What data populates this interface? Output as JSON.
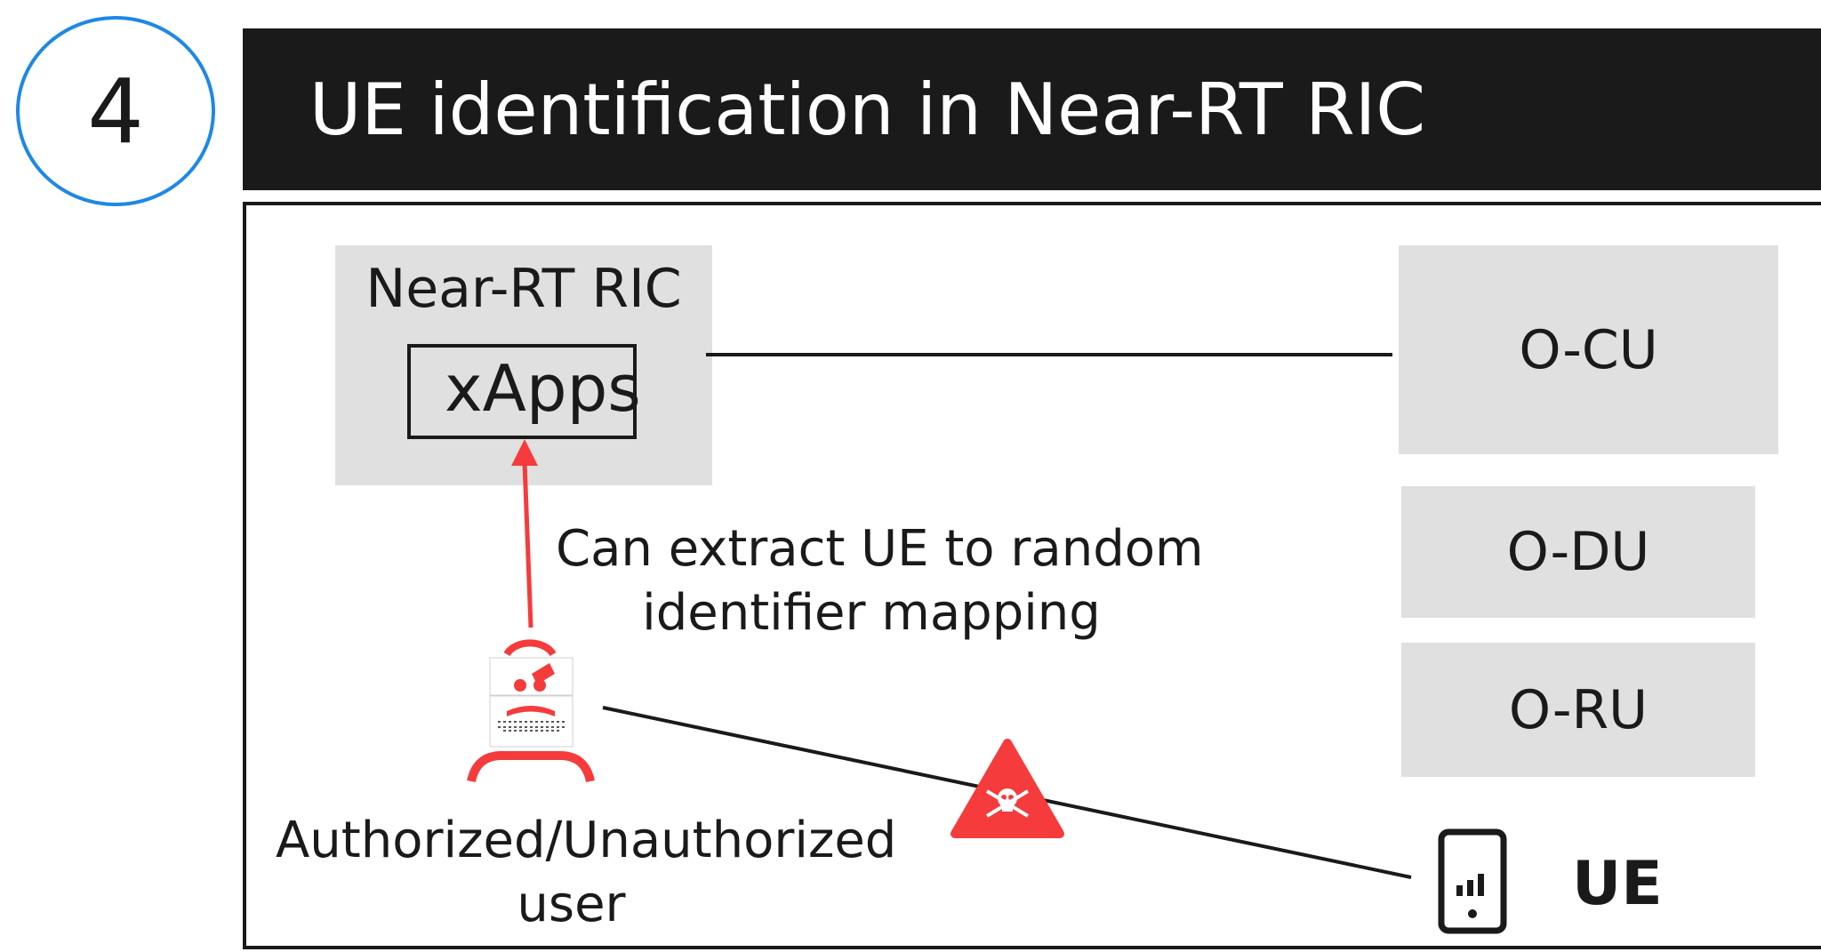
{
  "step_number": "4",
  "title": "UE identification in Near-RT RIC",
  "near_rt_ric": {
    "label": "Near-RT RIC",
    "xapps_label": "xApps"
  },
  "nodes": {
    "ocu": "O-CU",
    "odu": "O-DU",
    "oru": "O-RU",
    "ue": "UE"
  },
  "annotations": {
    "extract_line1": "Can extract UE to random",
    "extract_line2": "identifier mapping",
    "user_line1": "Authorized/Unauthorized",
    "user_line2": "user"
  },
  "icons": {
    "attacker": "attacker-user-icon",
    "warning": "skull-warning-icon",
    "phone": "mobile-phone-icon"
  },
  "colors": {
    "accent_red": "#f53b3b",
    "circle_blue": "#1e88e5",
    "title_bg": "#1a1a1a",
    "box_gray": "#e0e0e0"
  }
}
